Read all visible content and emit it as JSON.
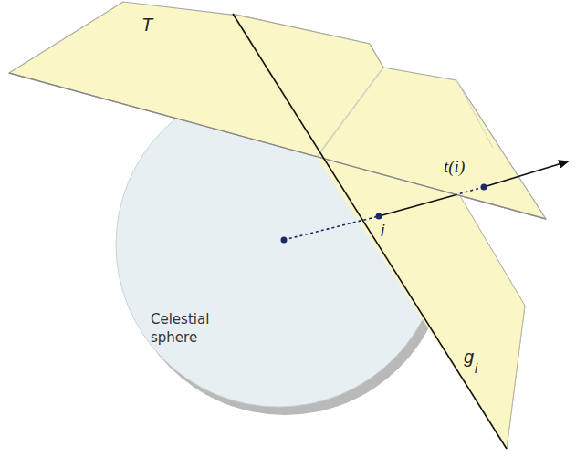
{
  "diagram": {
    "nodes": [
      {
        "text": [
          "Celestial sphere"
        ]
      }
    ],
    "labels": [
      "T",
      "t(i)",
      "i",
      "g",
      "i"
    ]
  }
}
